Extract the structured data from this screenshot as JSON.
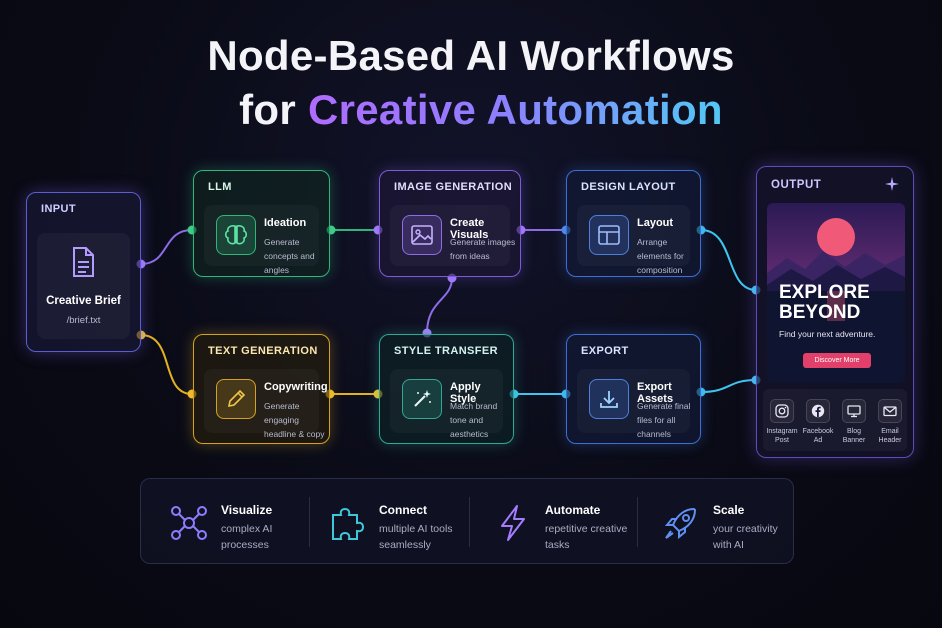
{
  "title": {
    "line1": "Node-Based AI Workflows",
    "line2_prefix": "for ",
    "line2_highlight": "Creative Automation"
  },
  "input_node": {
    "header": "INPUT",
    "title": "Creative Brief",
    "file": "/brief.txt",
    "icon": "document-icon"
  },
  "nodes": {
    "llm": {
      "header": "LLM",
      "title": "Ideation",
      "desc": "Generate concepts and angles",
      "icon": "brain-icon"
    },
    "image_generation": {
      "header": "IMAGE GENERATION",
      "title": "Create Visuals",
      "desc": "Generate images from ideas",
      "icon": "image-icon"
    },
    "design_layout": {
      "header": "DESIGN LAYOUT",
      "title": "Layout",
      "desc": "Arrange elements for composition",
      "icon": "layout-icon"
    },
    "text_generation": {
      "header": "TEXT GENERATION",
      "title": "Copywriting",
      "desc": "Generate engaging headline & copy",
      "icon": "pencil-icon"
    },
    "style_transfer": {
      "header": "STYLE TRANSFER",
      "title": "Apply Style",
      "desc": "Match brand tone and aesthetics",
      "icon": "magic-wand-icon"
    },
    "export": {
      "header": "EXPORT",
      "title": "Export Assets",
      "desc": "Generate final files for all channels",
      "icon": "download-icon"
    }
  },
  "output_node": {
    "header": "OUTPUT",
    "poster": {
      "headline": "EXPLORE BEYOND",
      "tagline": "Find your next adventure.",
      "button": "Discover More"
    },
    "channels": [
      {
        "label": "Instagram Post",
        "icon": "instagram-icon"
      },
      {
        "label": "Facebook Ad",
        "icon": "facebook-icon"
      },
      {
        "label": "Blog Banner",
        "icon": "monitor-icon"
      },
      {
        "label": "Email Header",
        "icon": "mail-icon"
      }
    ]
  },
  "features": [
    {
      "title": "Visualize",
      "desc": "complex AI processes",
      "icon": "network-icon"
    },
    {
      "title": "Connect",
      "desc": "multiple AI tools seamlessly",
      "icon": "puzzle-icon"
    },
    {
      "title": "Automate",
      "desc": "repetitive creative tasks",
      "icon": "lightning-icon"
    },
    {
      "title": "Scale",
      "desc": "your creativity with AI",
      "icon": "rocket-icon"
    }
  ],
  "colors": {
    "green": "#2fb67a",
    "purple": "#8d6ce6",
    "blue": "#4d7fe0",
    "gold": "#d4a21e",
    "teal": "#2fa894",
    "cyan": "#3fc6f0",
    "pink_button": "#e0406a"
  }
}
